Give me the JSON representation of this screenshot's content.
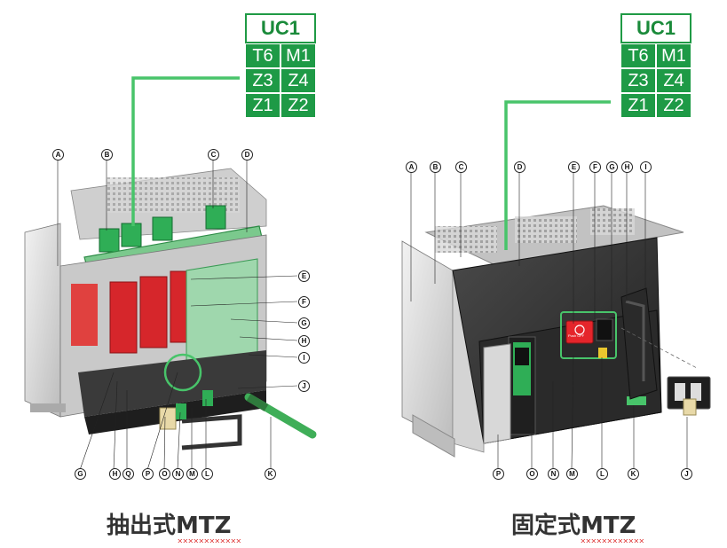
{
  "left": {
    "caption": "抽出式MTZ",
    "uc": {
      "title": "UC1",
      "rows": [
        [
          "T6",
          "M1"
        ],
        [
          "Z3",
          "Z4"
        ],
        [
          "Z1",
          "Z2"
        ]
      ]
    },
    "callouts": [
      "A",
      "B",
      "C",
      "D",
      "E",
      "F",
      "G",
      "H",
      "I",
      "J",
      "K",
      "L",
      "M",
      "N",
      "O",
      "P",
      "Q",
      "H",
      "G"
    ]
  },
  "right": {
    "caption": "固定式MTZ",
    "uc": {
      "title": "UC1",
      "rows": [
        [
          "T6",
          "M1"
        ],
        [
          "Z3",
          "Z4"
        ],
        [
          "Z1",
          "Z2"
        ]
      ]
    },
    "callouts": [
      "A",
      "B",
      "C",
      "D",
      "E",
      "F",
      "G",
      "H",
      "I",
      "J",
      "K",
      "L",
      "M",
      "N",
      "O",
      "P"
    ],
    "button_label": "Push OFF"
  },
  "colors": {
    "green": "#1e9a46",
    "accent_red": "#d6262b",
    "dark_body": "#2b2b2b"
  }
}
